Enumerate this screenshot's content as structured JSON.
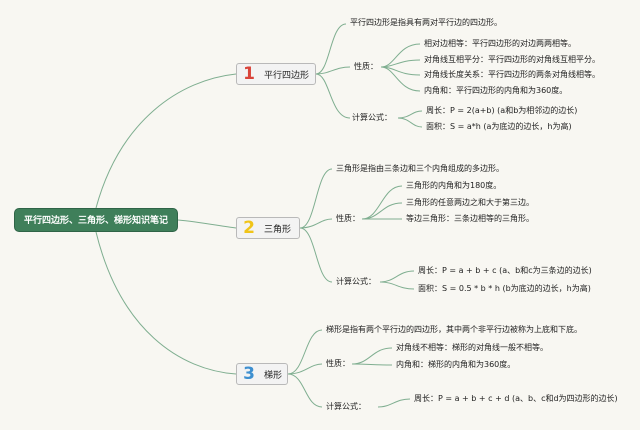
{
  "root": "平行四边形、三角形、梯形知识笔记",
  "colors": {
    "line": "#7fae90",
    "root": "#3f7f5a",
    "num1": "#d9443a",
    "num2": "#f0c419",
    "num3": "#3d8fd0"
  },
  "parallelogram": {
    "num": "1",
    "title": "平行四边形",
    "definition": "平行四边形是指具有两对平行边的四边形。",
    "props_label": "性质：",
    "props": [
      "相对边相等：平行四边形的对边两两相等。",
      "对角线互相平分：平行四边形的对角线互相平分。",
      "对角线长度关系：平行四边形的两条对角线相等。",
      "内角和：平行四边形的内角和为360度。"
    ],
    "formula_label": "计算公式：",
    "formulas": [
      "周长：P = 2(a+b)   (a和b为相邻边的边长)",
      "面积：S = a*h   (a为底边的边长，h为高)"
    ]
  },
  "triangle": {
    "num": "2",
    "title": "三角形",
    "definition": "三角形是指由三条边和三个内角组成的多边形。",
    "props_label": "性质：",
    "props": [
      "三角形的内角和为180度。",
      "三角形的任意两边之和大于第三边。",
      "等边三角形：三条边相等的三角形。"
    ],
    "formula_label": "计算公式：",
    "formulas": [
      "周长：P = a + b + c   (a、b和c为三条边的边长)",
      "面积：S = 0.5 * b * h   (b为底边的边长，h为高)"
    ]
  },
  "trapezoid": {
    "num": "3",
    "title": "梯形",
    "definition": "梯形是指有两个平行边的四边形，其中两个非平行边被称为上底和下底。",
    "props_label": "性质：",
    "props": [
      "对角线不相等：梯形的对角线一般不相等。",
      "内角和：梯形的内角和为360度。"
    ],
    "formula_label": "计算公式：",
    "formulas": [
      "周长：P = a + b + c + d   (a、b、c和d为四边形的边长)"
    ]
  }
}
